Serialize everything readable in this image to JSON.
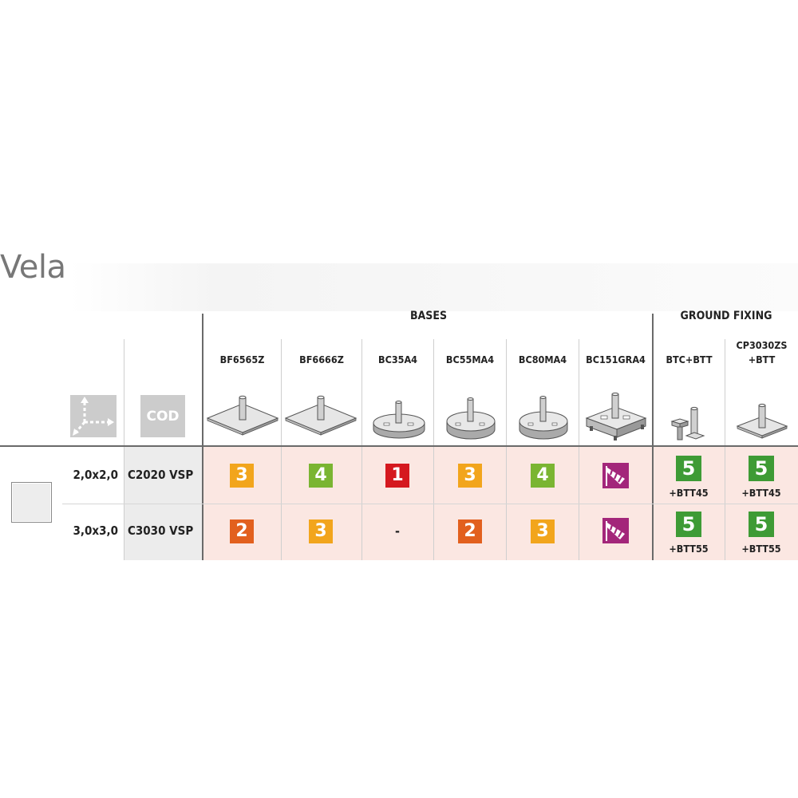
{
  "title": "Vela",
  "groups": {
    "bases": "BASES",
    "ground_fixing": "GROUND FIXING"
  },
  "header": {
    "cod": "COD"
  },
  "columns": [
    {
      "code": "BF6565Z"
    },
    {
      "code": "BF6666Z"
    },
    {
      "code": "BC35A4"
    },
    {
      "code": "BC55MA4"
    },
    {
      "code": "BC80MA4"
    },
    {
      "code": "BC151GRA4"
    },
    {
      "code": "BTC+BTT"
    },
    {
      "code_line1": "CP3030ZS",
      "code_line2": "+BTT"
    }
  ],
  "rows": [
    {
      "size": "2,0x2,0",
      "cod": "C2020 VSP",
      "cells": [
        {
          "value": "3",
          "color": "#f2a51c"
        },
        {
          "value": "4",
          "color": "#7ab532"
        },
        {
          "value": "1",
          "color": "#d5191f"
        },
        {
          "value": "3",
          "color": "#f2a51c"
        },
        {
          "value": "4",
          "color": "#7ab532"
        },
        {
          "icon": "windsock-icon",
          "color": "#a3267a"
        },
        {
          "value": "5",
          "color": "#3e9b35",
          "suffix": "+BTT45"
        },
        {
          "value": "5",
          "color": "#3e9b35",
          "suffix": "+BTT45"
        }
      ]
    },
    {
      "size": "3,0x3,0",
      "cod": "C3030 VSP",
      "cells": [
        {
          "value": "2",
          "color": "#e2601e"
        },
        {
          "value": "3",
          "color": "#f2a51c"
        },
        {
          "value": "-"
        },
        {
          "value": "2",
          "color": "#e2601e"
        },
        {
          "value": "3",
          "color": "#f2a51c"
        },
        {
          "icon": "windsock-icon",
          "color": "#a3267a"
        },
        {
          "value": "5",
          "color": "#3e9b35",
          "suffix": "+BTT55"
        },
        {
          "value": "5",
          "color": "#3e9b35",
          "suffix": "+BTT55"
        }
      ]
    }
  ]
}
